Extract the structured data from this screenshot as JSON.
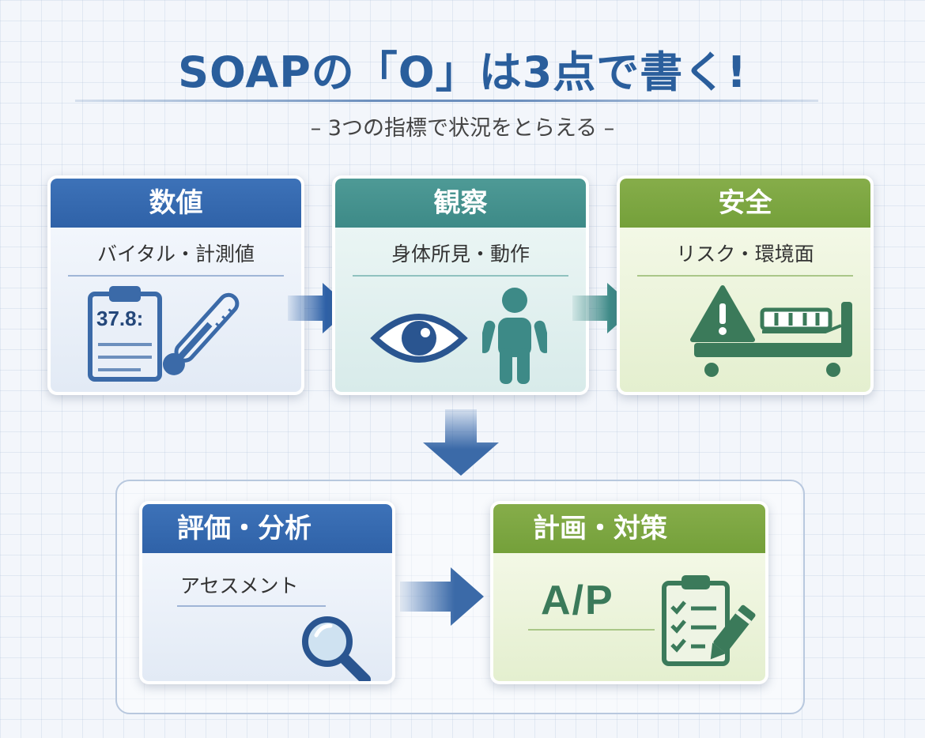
{
  "header": {
    "title": "SOAPの「O」は3点で書く!",
    "subtitle": "– 3つの指標で状況をとらえる –"
  },
  "cards": {
    "numeric": {
      "title": "数値",
      "subtitle": "バイタル・計測値",
      "clipboard_value": "37.8:",
      "color": "#2f62a8"
    },
    "observation": {
      "title": "観察",
      "subtitle": "身体所見・動作",
      "color": "#3d8a87"
    },
    "safety": {
      "title": "安全",
      "subtitle": "リスク・環境面",
      "color": "#74a03a"
    },
    "assessment": {
      "title": "評価・分析",
      "subtitle": "アセスメント",
      "color": "#2f62a8"
    },
    "plan": {
      "title": "計画・対策",
      "label": "A/P",
      "color": "#74a03a"
    }
  },
  "icons": {
    "numeric": [
      "clipboard-icon",
      "thermometer-icon"
    ],
    "observation": [
      "eye-icon",
      "person-icon"
    ],
    "safety": [
      "warning-icon",
      "hospital-bed-icon"
    ],
    "assessment": [
      "magnifier-icon"
    ],
    "plan": [
      "checklist-icon",
      "pencil-icon"
    ]
  }
}
